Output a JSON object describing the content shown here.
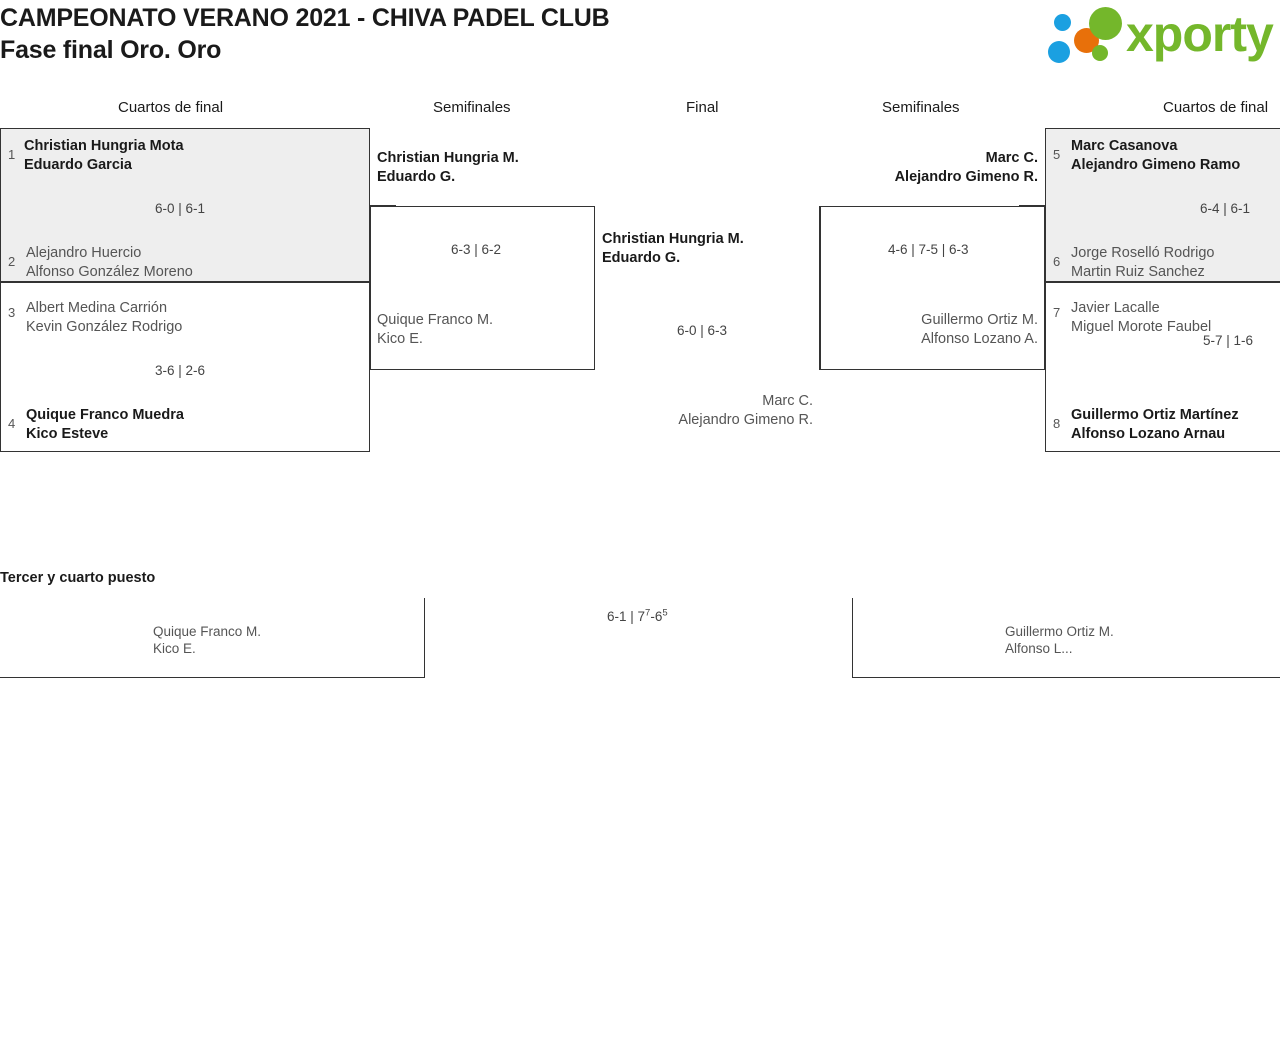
{
  "header": {
    "title_line1": "CAMPEONATO VERANO 2021 - CHIVA PADEL CLUB",
    "title_line2": "Fase final Oro. Oro",
    "logo_text": "xporty"
  },
  "rounds": {
    "qf_left": "Cuartos de final",
    "sf_left": "Semifinales",
    "final": "Final",
    "sf_right": "Semifinales",
    "qf_right": "Cuartos de final"
  },
  "bracket": {
    "qf_left": [
      {
        "score": "6-0 | 6-1",
        "teams": [
          {
            "seed": "1",
            "p1": "Christian Hungria Mota",
            "p2": "Eduardo Garcia",
            "result": "winner"
          },
          {
            "seed": "2",
            "p1": "Alejandro Huercio",
            "p2": "Alfonso González Moreno",
            "result": "loser"
          }
        ]
      },
      {
        "score": "3-6 | 2-6",
        "teams": [
          {
            "seed": "3",
            "p1": "Albert Medina Carrión",
            "p2": "Kevin González Rodrigo",
            "result": "loser"
          },
          {
            "seed": "4",
            "p1": "Quique Franco Muedra",
            "p2": "Kico Esteve",
            "result": "winner"
          }
        ]
      }
    ],
    "sf_left": {
      "score": "6-3 | 6-2",
      "teams": [
        {
          "p1": "Christian Hungria M.",
          "p2": "Eduardo G.",
          "result": "winner"
        },
        {
          "p1": "Quique Franco M.",
          "p2": "Kico E.",
          "result": "loser"
        }
      ]
    },
    "final": {
      "score": "6-0 | 6-3",
      "teams": [
        {
          "p1": "Christian Hungria M.",
          "p2": "Eduardo G.",
          "result": "winner"
        },
        {
          "p1": "Marc C.",
          "p2": "Alejandro Gimeno R.",
          "result": "loser"
        }
      ]
    },
    "sf_right": {
      "score": "4-6 | 7-5 | 6-3",
      "teams": [
        {
          "p1": "Marc C.",
          "p2": "Alejandro Gimeno R.",
          "result": "winner"
        },
        {
          "p1": "Guillermo Ortiz M.",
          "p2": "Alfonso Lozano A.",
          "result": "loser"
        }
      ]
    },
    "qf_right": [
      {
        "score": "6-4 | 6-1",
        "teams": [
          {
            "seed": "5",
            "p1": "Marc Casanova",
            "p2": "Alejandro Gimeno Ramo",
            "result": "winner"
          },
          {
            "seed": "6",
            "p1": "Jorge Roselló Rodrigo",
            "p2": "Martin Ruiz Sanchez",
            "result": "loser"
          }
        ]
      },
      {
        "score": "5-7 | 1-6",
        "teams": [
          {
            "seed": "7",
            "p1": "Javier Lacalle",
            "p2": "Miguel Morote Faubel",
            "result": "loser"
          },
          {
            "seed": "8",
            "p1": "Guillermo Ortiz Martínez",
            "p2": "Alfonso Lozano Arnau",
            "result": "winner"
          }
        ]
      }
    ]
  },
  "third_place": {
    "title": "Tercer y cuarto puesto",
    "score_part1": "6-1 | 7",
    "score_sup1": "7",
    "score_part2": "-6",
    "score_sup2": "5",
    "left_team": {
      "p1": "Quique Franco M.",
      "p2": "Kico E."
    },
    "right_team": {
      "p1": "Guillermo Ortiz M.",
      "p2": "Alfonso L..."
    }
  },
  "colors": {
    "brand_green": "#74b72b",
    "brand_blue": "#1ba0e1",
    "brand_orange": "#e8700a",
    "shade": "#eeeeee",
    "line": "#333333"
  }
}
